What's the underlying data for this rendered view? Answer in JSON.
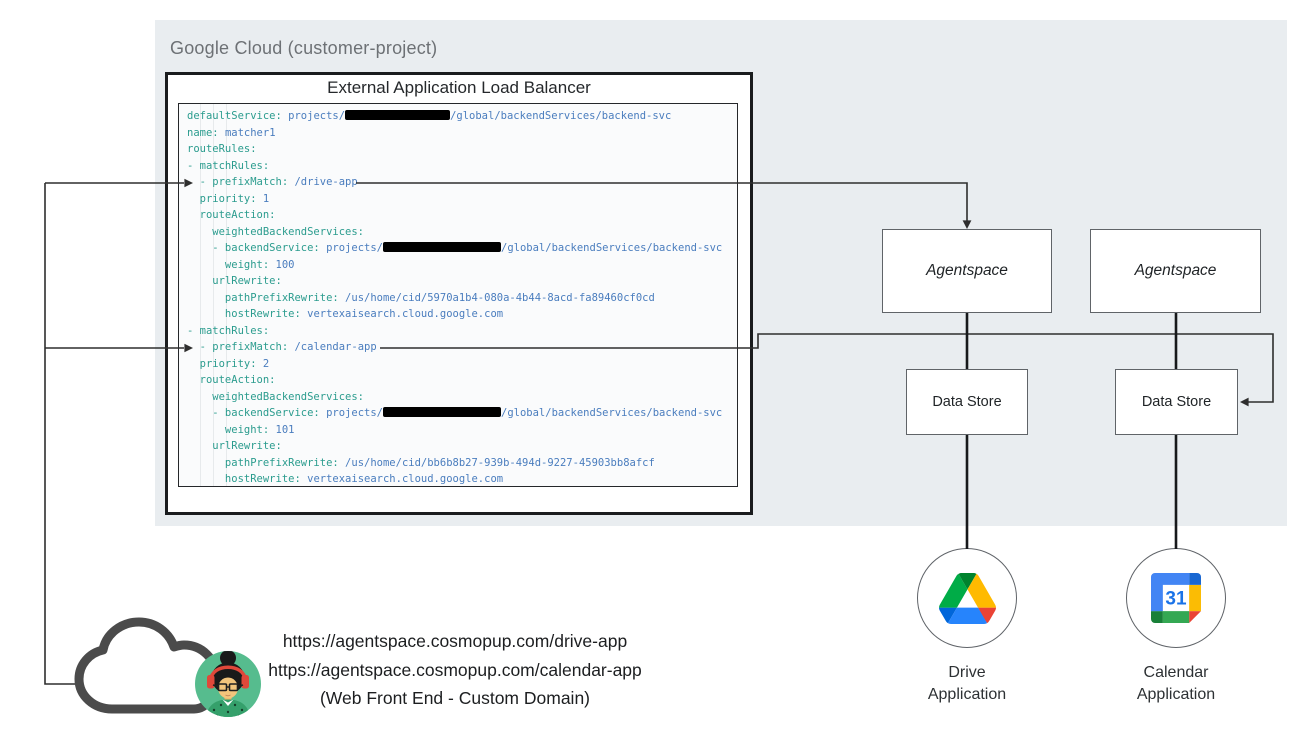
{
  "gcp": {
    "label": "Google Cloud (customer-project)",
    "panel_color": "#e9edf0"
  },
  "load_balancer": {
    "title": "External Application Load Balancer"
  },
  "code": {
    "colors": {
      "key": "#2b9c8e",
      "value": "#4a7dbe",
      "plain": "#3c4043",
      "redact": "#000000"
    },
    "lines": [
      [
        {
          "t": "k",
          "s": "defaultService:"
        },
        {
          "t": "p",
          "s": " "
        },
        {
          "t": "v",
          "s": "projects/"
        },
        {
          "t": "r",
          "w": 105
        },
        {
          "t": "v",
          "s": "/global/backendServices/backend-svc"
        }
      ],
      [
        {
          "t": "k",
          "s": "name:"
        },
        {
          "t": "p",
          "s": " "
        },
        {
          "t": "v",
          "s": "matcher1"
        }
      ],
      [
        {
          "t": "k",
          "s": "routeRules:"
        }
      ],
      [
        {
          "t": "k",
          "s": "- matchRules:"
        }
      ],
      [
        {
          "t": "k",
          "s": "  - prefixMatch:"
        },
        {
          "t": "p",
          "s": " "
        },
        {
          "t": "v",
          "s": "/drive-app"
        }
      ],
      [
        {
          "t": "k",
          "s": "  priority:"
        },
        {
          "t": "p",
          "s": " "
        },
        {
          "t": "v",
          "s": "1"
        }
      ],
      [
        {
          "t": "k",
          "s": "  routeAction:"
        }
      ],
      [
        {
          "t": "k",
          "s": "    weightedBackendServices:"
        }
      ],
      [
        {
          "t": "k",
          "s": "    - backendService:"
        },
        {
          "t": "p",
          "s": " "
        },
        {
          "t": "v",
          "s": "projects/"
        },
        {
          "t": "r",
          "w": 118
        },
        {
          "t": "v",
          "s": "/global/backendServices/backend-svc"
        }
      ],
      [
        {
          "t": "k",
          "s": "      weight:"
        },
        {
          "t": "p",
          "s": " "
        },
        {
          "t": "v",
          "s": "100"
        }
      ],
      [
        {
          "t": "k",
          "s": "    urlRewrite:"
        }
      ],
      [
        {
          "t": "k",
          "s": "      pathPrefixRewrite:"
        },
        {
          "t": "p",
          "s": " "
        },
        {
          "t": "v",
          "s": "/us/home/cid/5970a1b4-080a-4b44-8acd-fa89460cf0cd"
        }
      ],
      [
        {
          "t": "k",
          "s": "      hostRewrite:"
        },
        {
          "t": "p",
          "s": " "
        },
        {
          "t": "v",
          "s": "vertexaisearch.cloud.google.com"
        }
      ],
      [
        {
          "t": "k",
          "s": "- matchRules:"
        }
      ],
      [
        {
          "t": "k",
          "s": "  - prefixMatch:"
        },
        {
          "t": "p",
          "s": " "
        },
        {
          "t": "v",
          "s": "/calendar-app"
        }
      ],
      [
        {
          "t": "k",
          "s": "  priority:"
        },
        {
          "t": "p",
          "s": " "
        },
        {
          "t": "v",
          "s": "2"
        }
      ],
      [
        {
          "t": "k",
          "s": "  routeAction:"
        }
      ],
      [
        {
          "t": "k",
          "s": "    weightedBackendServices:"
        }
      ],
      [
        {
          "t": "k",
          "s": "    - backendService:"
        },
        {
          "t": "p",
          "s": " "
        },
        {
          "t": "v",
          "s": "projects/"
        },
        {
          "t": "r",
          "w": 118
        },
        {
          "t": "v",
          "s": "/global/backendServices/backend-svc"
        }
      ],
      [
        {
          "t": "k",
          "s": "      weight:"
        },
        {
          "t": "p",
          "s": " "
        },
        {
          "t": "v",
          "s": "101"
        }
      ],
      [
        {
          "t": "k",
          "s": "    urlRewrite:"
        }
      ],
      [
        {
          "t": "k",
          "s": "      pathPrefixRewrite:"
        },
        {
          "t": "p",
          "s": " "
        },
        {
          "t": "v",
          "s": "/us/home/cid/bb6b8b27-939b-494d-9227-45903bb8afcf"
        }
      ],
      [
        {
          "t": "k",
          "s": "      hostRewrite:"
        },
        {
          "t": "p",
          "s": " "
        },
        {
          "t": "v",
          "s": "vertexaisearch.cloud.google.com"
        }
      ]
    ]
  },
  "nodes": {
    "agentspace1": {
      "label": "Agentspace"
    },
    "agentspace2": {
      "label": "Agentspace"
    },
    "datastore1": {
      "label": "Data Store"
    },
    "datastore2": {
      "label": "Data Store"
    },
    "drive_app": {
      "line1": "Drive",
      "line2": "Application"
    },
    "calendar_app": {
      "line1": "Calendar",
      "line2": "Application"
    },
    "calendar_icon_day": "31"
  },
  "frontend": {
    "url_drive": "https://agentspace.cosmopup.com/drive-app",
    "url_calendar": "https://agentspace.cosmopup.com/calendar-app",
    "caption": "(Web Front End - Custom Domain)"
  }
}
